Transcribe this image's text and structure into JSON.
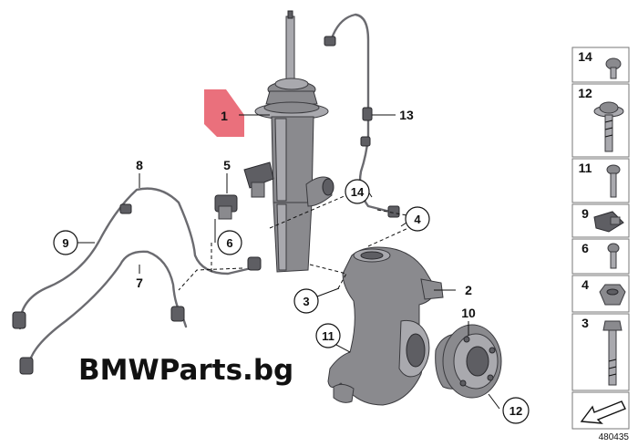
{
  "callouts": {
    "c1": "1",
    "c2": "2",
    "c3": "3",
    "c4": "4",
    "c5": "5",
    "c6": "6",
    "c7": "7",
    "c8": "8",
    "c9": "9",
    "c10": "10",
    "c11": "11",
    "c12": "12",
    "c13": "13",
    "c14": "14"
  },
  "highlight_color": "#e8606e",
  "watermark": "BMWParts.bg",
  "document_number": "480435",
  "side_panel": {
    "items": [
      "14",
      "12",
      "11",
      "9",
      "6",
      "4",
      "3"
    ]
  }
}
